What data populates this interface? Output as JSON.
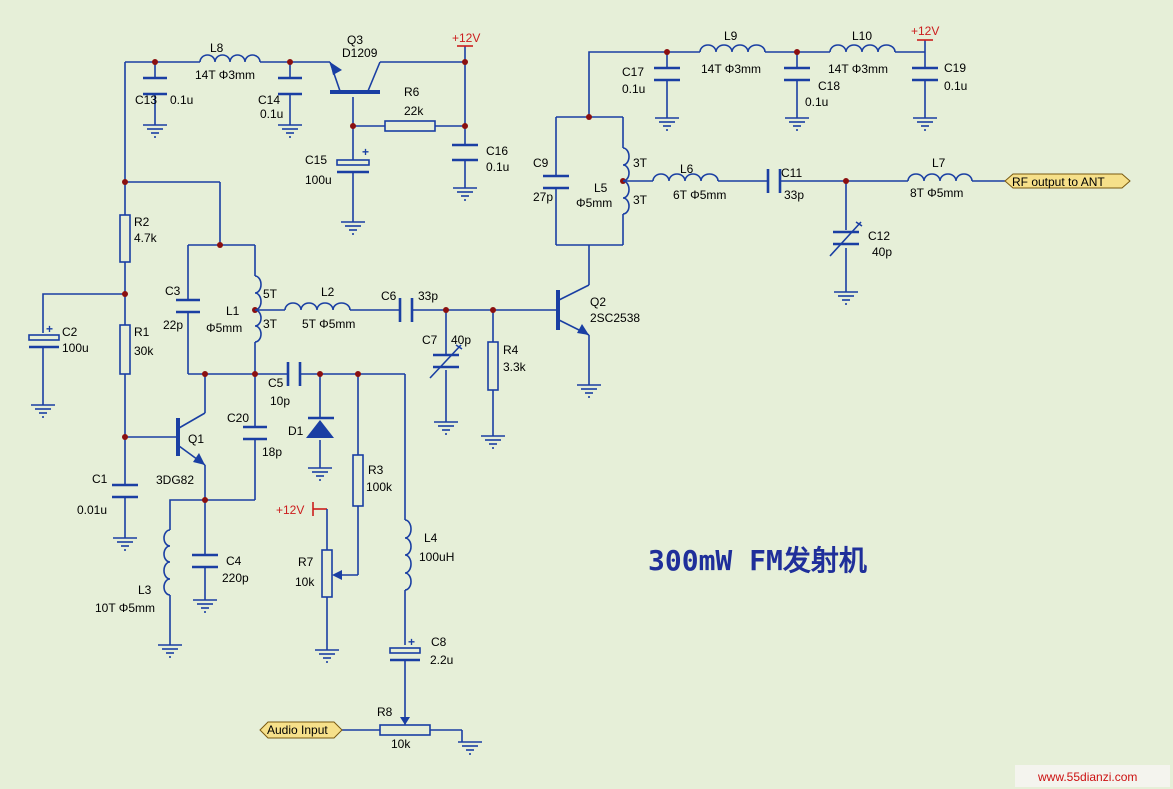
{
  "title": "300mW FM发射机",
  "watermark": "www.55dianzi.com",
  "supply": "+12V",
  "ports": {
    "rf_out": "RF output  to ANT",
    "audio_in": "Audio Input"
  },
  "transistors": {
    "Q1": {
      "name": "Q1",
      "type": "3DG82"
    },
    "Q2": {
      "name": "Q2",
      "type": "2SC2538"
    },
    "Q3": {
      "name": "Q3",
      "type": "D1209"
    }
  },
  "resistors": {
    "R1": {
      "name": "R1",
      "value": "30k"
    },
    "R2": {
      "name": "R2",
      "value": "4.7k"
    },
    "R3": {
      "name": "R3",
      "value": "100k"
    },
    "R4": {
      "name": "R4",
      "value": "3.3k"
    },
    "R6": {
      "name": "R6",
      "value": "22k"
    },
    "R7": {
      "name": "R7",
      "value": "10k"
    },
    "R8": {
      "name": "R8",
      "value": "10k"
    }
  },
  "capacitors": {
    "C1": {
      "name": "C1",
      "value": "0.01u"
    },
    "C2": {
      "name": "C2",
      "value": "100u"
    },
    "C3": {
      "name": "C3",
      "value": "22p"
    },
    "C4": {
      "name": "C4",
      "value": "220p"
    },
    "C5": {
      "name": "C5",
      "value": "10p"
    },
    "C6": {
      "name": "C6",
      "value": "33p"
    },
    "C7": {
      "name": "C7",
      "value": "40p"
    },
    "C8": {
      "name": "C8",
      "value": "2.2u"
    },
    "C9": {
      "name": "C9",
      "value": "27p"
    },
    "C11": {
      "name": "C11",
      "value": "33p"
    },
    "C12": {
      "name": "C12",
      "value": "40p"
    },
    "C13": {
      "name": "C13",
      "value": "0.1u"
    },
    "C14": {
      "name": "C14",
      "value": "0.1u"
    },
    "C15": {
      "name": "C15",
      "value": "100u"
    },
    "C16": {
      "name": "C16",
      "value": "0.1u"
    },
    "C17": {
      "name": "C17",
      "value": "0.1u"
    },
    "C18": {
      "name": "C18",
      "value": "0.1u"
    },
    "C19": {
      "name": "C19",
      "value": "0.1u"
    },
    "C20": {
      "name": "C20",
      "value": "18p"
    }
  },
  "inductors": {
    "L1": {
      "name": "L1",
      "value": "Φ5mm",
      "tap_top": "5T",
      "tap_bottom": "3T"
    },
    "L2": {
      "name": "L2",
      "value": "5T  Φ5mm"
    },
    "L3": {
      "name": "L3",
      "value": "10T  Φ5mm"
    },
    "L4": {
      "name": "L4",
      "value": "100uH"
    },
    "L5": {
      "name": "L5",
      "value": "Φ5mm",
      "tap_top": "3T",
      "tap_bottom": "3T"
    },
    "L6": {
      "name": "L6",
      "value": "6T  Φ5mm"
    },
    "L7": {
      "name": "L7",
      "value": "8T  Φ5mm"
    },
    "L8": {
      "name": "L8",
      "value": "14T  Φ3mm"
    },
    "L9": {
      "name": "L9",
      "value": "14T  Φ3mm"
    },
    "L10": {
      "name": "L10",
      "value": "14T  Φ3mm"
    }
  },
  "diodes": {
    "D1": {
      "name": "D1"
    }
  },
  "colors": {
    "wire": "#1a3fa3",
    "junction": "#8b1010",
    "supply": "#cc1d1d",
    "background": "#e6efd8",
    "title": "#1f2f9a"
  }
}
